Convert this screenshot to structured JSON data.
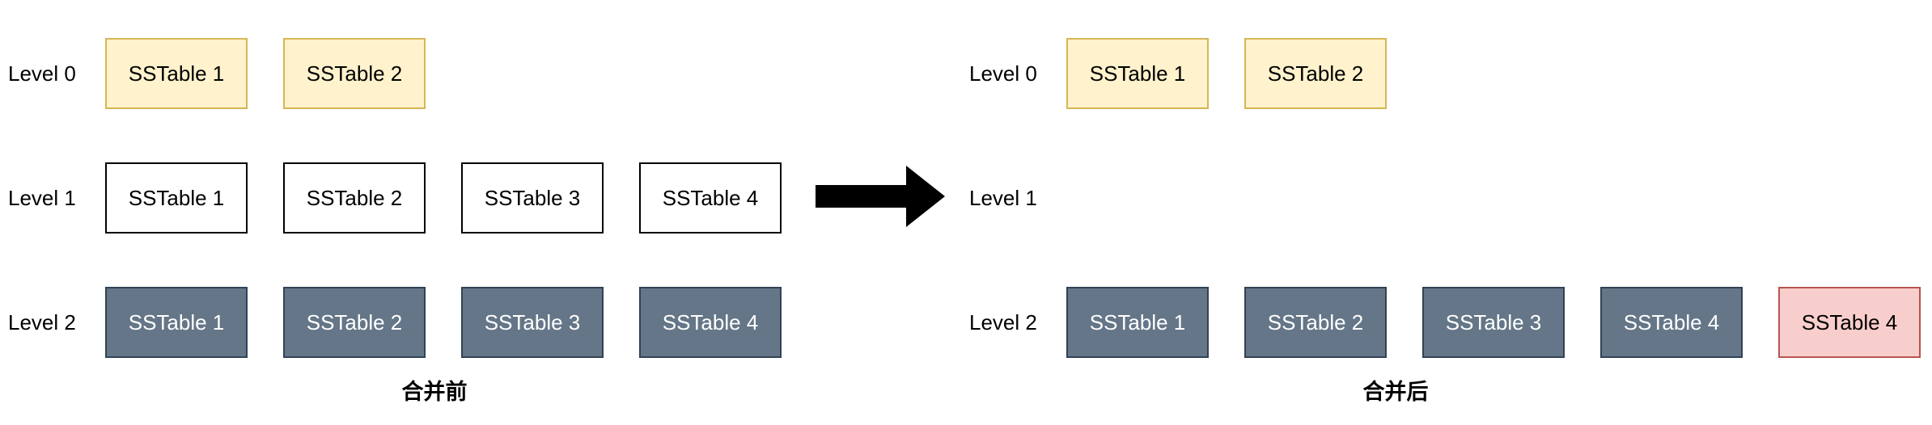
{
  "before": {
    "caption": "合并前",
    "levels": [
      {
        "label": "Level 0",
        "tables": [
          {
            "label": "SSTable 1",
            "style": "yellow"
          },
          {
            "label": "SSTable 2",
            "style": "yellow"
          }
        ]
      },
      {
        "label": "Level 1",
        "tables": [
          {
            "label": "SSTable 1",
            "style": "white"
          },
          {
            "label": "SSTable 2",
            "style": "white"
          },
          {
            "label": "SSTable 3",
            "style": "white"
          },
          {
            "label": "SSTable 4",
            "style": "white"
          }
        ]
      },
      {
        "label": "Level 2",
        "tables": [
          {
            "label": "SSTable 1",
            "style": "slate"
          },
          {
            "label": "SSTable 2",
            "style": "slate"
          },
          {
            "label": "SSTable 3",
            "style": "slate"
          },
          {
            "label": "SSTable 4",
            "style": "slate"
          }
        ]
      }
    ]
  },
  "after": {
    "caption": "合并后",
    "levels": [
      {
        "label": "Level 0",
        "tables": [
          {
            "label": "SSTable 1",
            "style": "yellow"
          },
          {
            "label": "SSTable 2",
            "style": "yellow"
          }
        ]
      },
      {
        "label": "Level 1",
        "tables": []
      },
      {
        "label": "Level 2",
        "tables": [
          {
            "label": "SSTable 1",
            "style": "slate"
          },
          {
            "label": "SSTable 2",
            "style": "slate"
          },
          {
            "label": "SSTable 3",
            "style": "slate"
          },
          {
            "label": "SSTable 4",
            "style": "slate"
          },
          {
            "label": "SSTable 4",
            "style": "pink"
          }
        ]
      }
    ]
  },
  "arrow_icon": "right-arrow-icon",
  "colors": {
    "level0_fill": "#fff2cc",
    "level0_stroke": "#d6b656",
    "level1_fill": "#ffffff",
    "level1_stroke": "#000000",
    "level2_fill": "#647687",
    "level2_stroke": "#314354",
    "merged_fill": "#f8cecc",
    "merged_stroke": "#b85450",
    "arrow": "#000000"
  }
}
